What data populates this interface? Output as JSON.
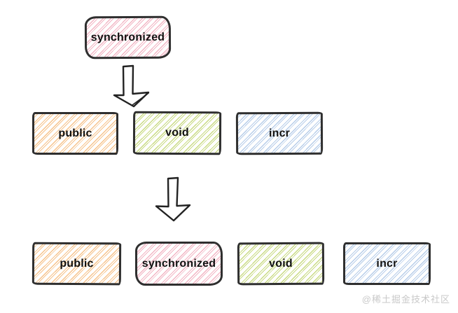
{
  "colors": {
    "pink": "#f2b6c4",
    "orange": "#f6c38c",
    "green": "#c9da84",
    "blue": "#b7cde9",
    "border": "#2f2f2f",
    "text": "#111111",
    "watermark": "#c9c9c9"
  },
  "diagram": {
    "root": {
      "label": "synchronized",
      "hatch": "pink",
      "shape": "rounded"
    },
    "middle_row": [
      {
        "label": "public",
        "hatch": "orange",
        "shape": "rectangle"
      },
      {
        "label": "void",
        "hatch": "green",
        "shape": "rectangle"
      },
      {
        "label": "incr",
        "hatch": "blue",
        "shape": "rectangle"
      }
    ],
    "bottom_row": [
      {
        "label": "public",
        "hatch": "orange",
        "shape": "rectangle"
      },
      {
        "label": "synchronized",
        "hatch": "pink",
        "shape": "rounded"
      },
      {
        "label": "void",
        "hatch": "green",
        "shape": "rectangle"
      },
      {
        "label": "incr",
        "hatch": "blue",
        "shape": "rectangle"
      }
    ],
    "watermark": "@稀土掘金技术社区"
  }
}
